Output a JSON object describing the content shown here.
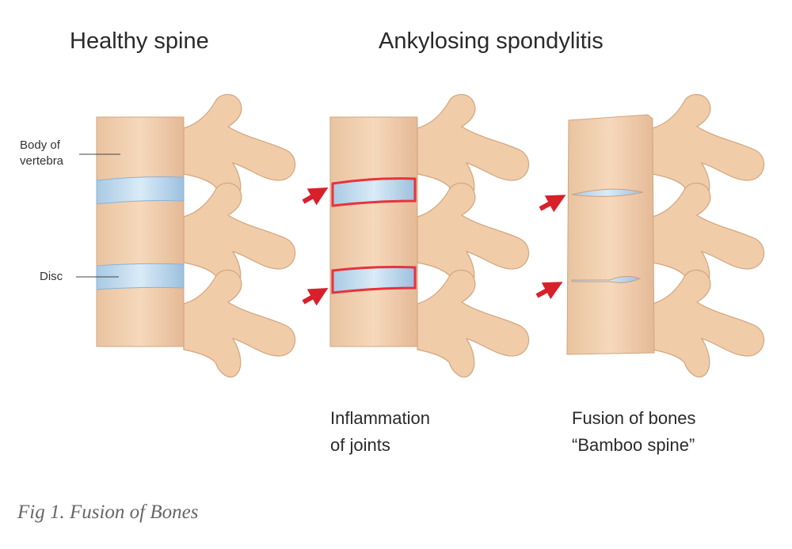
{
  "titles": {
    "healthy": "Healthy spine",
    "as": "Ankylosing spondylitis"
  },
  "labels": {
    "body_line1": "Body of",
    "body_line2": "vertebra",
    "disc": "Disc"
  },
  "captions": {
    "inflammation_line1": "Inflammation",
    "inflammation_line2": "of joints",
    "fusion_line1": "Fusion of bones",
    "fusion_line2": "“Bamboo spine”"
  },
  "figure_caption": "Fig 1. Fusion of Bones",
  "colors": {
    "bone": "#f1cfae",
    "bone_edge": "#d8ae88",
    "disc": "#b9d6ec",
    "inflamed": "#e8323c",
    "arrow": "#d8202a"
  }
}
